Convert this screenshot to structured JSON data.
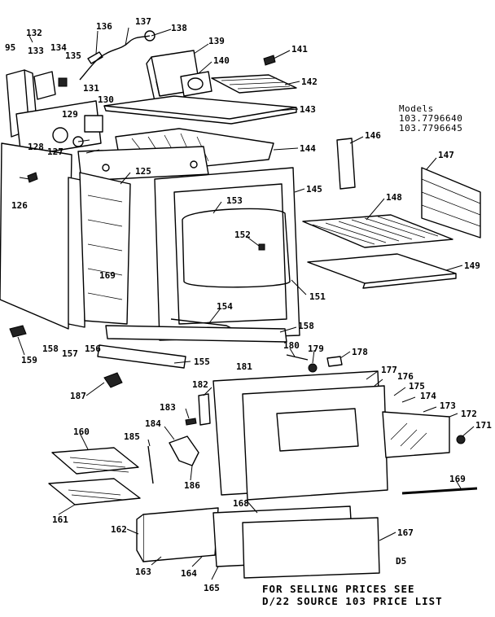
{
  "models": {
    "heading": "Models",
    "numbers": [
      "103.7796640",
      "103.7796645"
    ]
  },
  "sheet_code": "D5",
  "footer": {
    "line1": "FOR SELLING PRICES SEE",
    "line2": "D/22 SOURCE 103 PRICE LIST"
  },
  "callouts": [
    {
      "id": "c95",
      "text": "95"
    },
    {
      "id": "c132",
      "text": "132"
    },
    {
      "id": "c133",
      "text": "133"
    },
    {
      "id": "c134",
      "text": "134"
    },
    {
      "id": "c135",
      "text": "135"
    },
    {
      "id": "c136",
      "text": "136"
    },
    {
      "id": "c137",
      "text": "137"
    },
    {
      "id": "c138",
      "text": "138"
    },
    {
      "id": "c139",
      "text": "139"
    },
    {
      "id": "c140",
      "text": "140"
    },
    {
      "id": "c141",
      "text": "141"
    },
    {
      "id": "c142",
      "text": "142"
    },
    {
      "id": "c143",
      "text": "143"
    },
    {
      "id": "c144",
      "text": "144"
    },
    {
      "id": "c145",
      "text": "145"
    },
    {
      "id": "c146",
      "text": "146"
    },
    {
      "id": "c147",
      "text": "147"
    },
    {
      "id": "c148",
      "text": "148"
    },
    {
      "id": "c149",
      "text": "149"
    },
    {
      "id": "c131",
      "text": "131"
    },
    {
      "id": "c130",
      "text": "130"
    },
    {
      "id": "c129",
      "text": "129"
    },
    {
      "id": "c128",
      "text": "128"
    },
    {
      "id": "c127",
      "text": "127"
    },
    {
      "id": "c126",
      "text": "126"
    },
    {
      "id": "c125",
      "text": "125"
    },
    {
      "id": "c153",
      "text": "153"
    },
    {
      "id": "c152",
      "text": "152"
    },
    {
      "id": "c151",
      "text": "151"
    },
    {
      "id": "c169a",
      "text": "169"
    },
    {
      "id": "c154",
      "text": "154"
    },
    {
      "id": "c158a",
      "text": "158"
    },
    {
      "id": "c159",
      "text": "159"
    },
    {
      "id": "c158b",
      "text": "158"
    },
    {
      "id": "c157",
      "text": "157"
    },
    {
      "id": "c156",
      "text": "156"
    },
    {
      "id": "c155",
      "text": "155"
    },
    {
      "id": "c180",
      "text": "180"
    },
    {
      "id": "c179",
      "text": "179"
    },
    {
      "id": "c178a",
      "text": "178"
    },
    {
      "id": "c181",
      "text": "181"
    },
    {
      "id": "c177",
      "text": "177"
    },
    {
      "id": "c176",
      "text": "176"
    },
    {
      "id": "c175",
      "text": "175"
    },
    {
      "id": "c174",
      "text": "174"
    },
    {
      "id": "c173",
      "text": "173"
    },
    {
      "id": "c172",
      "text": "172"
    },
    {
      "id": "c171",
      "text": "171"
    },
    {
      "id": "c187",
      "text": "187"
    },
    {
      "id": "c182",
      "text": "182"
    },
    {
      "id": "c183",
      "text": "183"
    },
    {
      "id": "c184",
      "text": "184"
    },
    {
      "id": "c185",
      "text": "185"
    },
    {
      "id": "c186",
      "text": "186"
    },
    {
      "id": "c160",
      "text": "160"
    },
    {
      "id": "c161",
      "text": "161"
    },
    {
      "id": "c169b",
      "text": "169"
    },
    {
      "id": "c168",
      "text": "168"
    },
    {
      "id": "c167",
      "text": "167"
    },
    {
      "id": "c162",
      "text": "162"
    },
    {
      "id": "c163",
      "text": "163"
    },
    {
      "id": "c164",
      "text": "164"
    },
    {
      "id": "c165",
      "text": "165"
    }
  ]
}
